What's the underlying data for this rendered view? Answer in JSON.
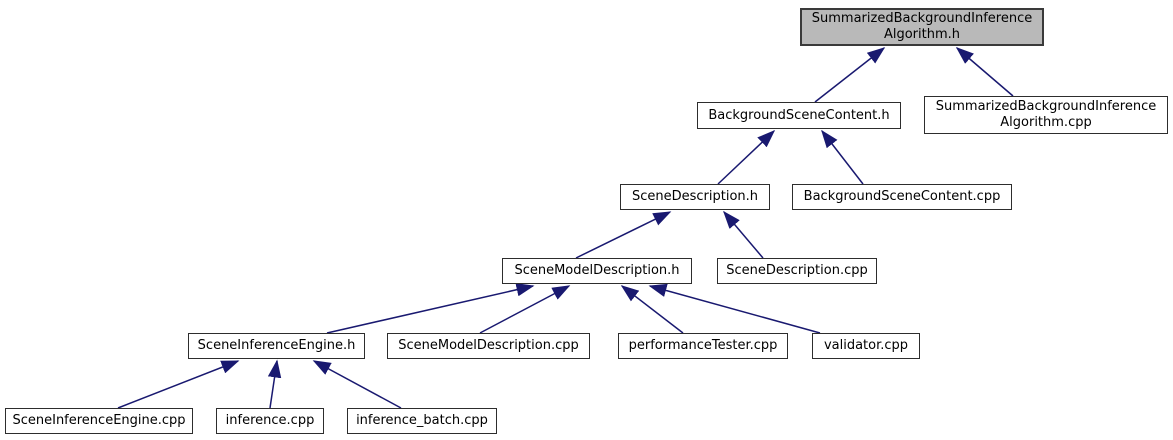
{
  "diagram": {
    "type": "doxygen-included-by-dependency-graph",
    "root_file": "SummarizedBackgroundInferenceAlgorithm.h",
    "colors": {
      "background": "#ffffff",
      "node_fill": "#ffffff",
      "node_border": "#2d2d2d",
      "current_node_fill": "#b9b9b9",
      "text": "#000000",
      "edge": "#191970"
    },
    "nodes": [
      {
        "id": "SummarizedBackgroundInferenceAlgorithm.h",
        "label": "SummarizedBackgroundInference Algorithm.h",
        "current": true
      },
      {
        "id": "BackgroundSceneContent.h",
        "label": "BackgroundSceneContent.h",
        "current": false
      },
      {
        "id": "SummarizedBackgroundInferenceAlgorithm.cpp",
        "label": "SummarizedBackgroundInference Algorithm.cpp",
        "current": false
      },
      {
        "id": "SceneDescription.h",
        "label": "SceneDescription.h",
        "current": false
      },
      {
        "id": "BackgroundSceneContent.cpp",
        "label": "BackgroundSceneContent.cpp",
        "current": false
      },
      {
        "id": "SceneModelDescription.h",
        "label": "SceneModelDescription.h",
        "current": false
      },
      {
        "id": "SceneDescription.cpp",
        "label": "SceneDescription.cpp",
        "current": false
      },
      {
        "id": "SceneInferenceEngine.h",
        "label": "SceneInferenceEngine.h",
        "current": false
      },
      {
        "id": "SceneModelDescription.cpp",
        "label": "SceneModelDescription.cpp",
        "current": false
      },
      {
        "id": "performanceTester.cpp",
        "label": "performanceTester.cpp",
        "current": false
      },
      {
        "id": "validator.cpp",
        "label": "validator.cpp",
        "current": false
      },
      {
        "id": "SceneInferenceEngine.cpp",
        "label": "SceneInferenceEngine.cpp",
        "current": false
      },
      {
        "id": "inference.cpp",
        "label": "inference.cpp",
        "current": false
      },
      {
        "id": "inference_batch.cpp",
        "label": "inference_batch.cpp",
        "current": false
      }
    ],
    "edges": [
      {
        "from": "BackgroundSceneContent.h",
        "to": "SummarizedBackgroundInferenceAlgorithm.h"
      },
      {
        "from": "SummarizedBackgroundInferenceAlgorithm.cpp",
        "to": "SummarizedBackgroundInferenceAlgorithm.h"
      },
      {
        "from": "SceneDescription.h",
        "to": "BackgroundSceneContent.h"
      },
      {
        "from": "BackgroundSceneContent.cpp",
        "to": "BackgroundSceneContent.h"
      },
      {
        "from": "SceneModelDescription.h",
        "to": "SceneDescription.h"
      },
      {
        "from": "SceneDescription.cpp",
        "to": "SceneDescription.h"
      },
      {
        "from": "SceneInferenceEngine.h",
        "to": "SceneModelDescription.h"
      },
      {
        "from": "SceneModelDescription.cpp",
        "to": "SceneModelDescription.h"
      },
      {
        "from": "performanceTester.cpp",
        "to": "SceneModelDescription.h"
      },
      {
        "from": "validator.cpp",
        "to": "SceneModelDescription.h"
      },
      {
        "from": "SceneInferenceEngine.cpp",
        "to": "SceneInferenceEngine.h"
      },
      {
        "from": "inference.cpp",
        "to": "SceneInferenceEngine.h"
      },
      {
        "from": "inference_batch.cpp",
        "to": "SceneInferenceEngine.h"
      }
    ]
  }
}
